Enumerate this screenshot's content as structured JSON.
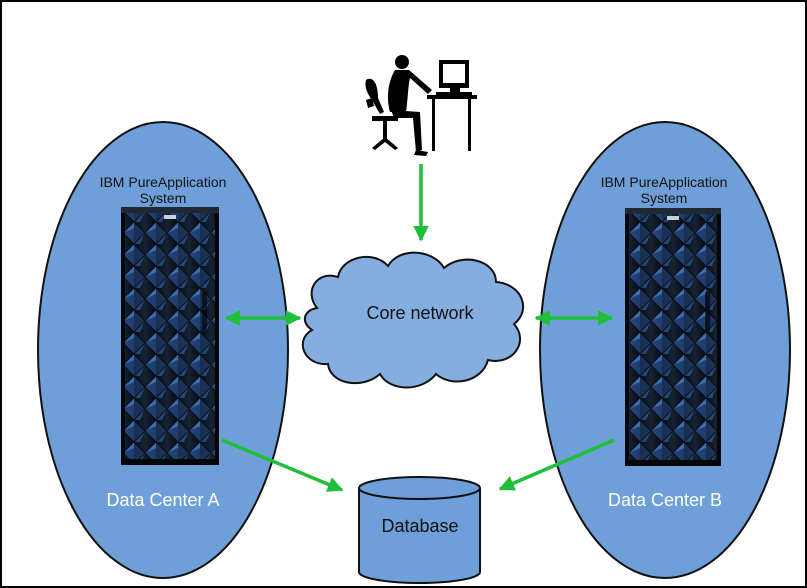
{
  "diagram": {
    "user": {
      "icon": "user-at-computer-icon"
    },
    "core_network": {
      "label": "Core network",
      "icon": "cloud-icon"
    },
    "database": {
      "label": "Database",
      "icon": "database-cylinder-icon"
    },
    "data_centers": [
      {
        "label": "Data Center A",
        "system_line1": "IBM PureApplication",
        "system_line2": "System",
        "icon": "server-rack-icon"
      },
      {
        "label": "Data Center B",
        "system_line1": "IBM PureApplication",
        "system_line2": "System",
        "icon": "server-rack-icon"
      }
    ],
    "colors": {
      "datacenter_fill": "#6f9fd8",
      "cloud_fill": "#84aee0",
      "database_fill": "#6f9fd8",
      "arrow": "#1fbf3a",
      "outline": "#111111"
    }
  }
}
